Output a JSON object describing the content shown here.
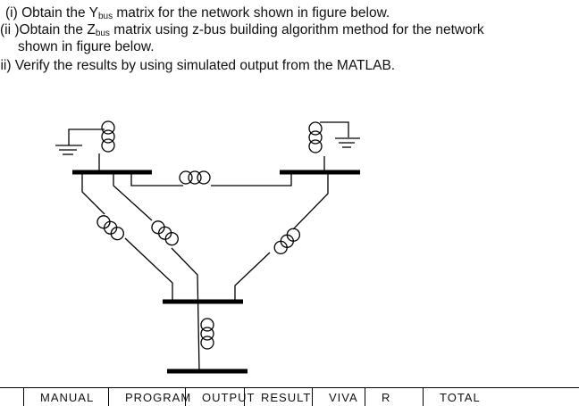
{
  "question": {
    "line1_pre": "(i)  Obtain the Y",
    "line1_sub": "bus",
    "line1_post": " matrix for the network shown in figure below.",
    "line2_pre": "(ii )Obtain the Z",
    "line2_sub": "bus",
    "line2_post": " matrix using z-bus building algorithm method for the network",
    "line3": "shown in figure below.",
    "line4": "iii) Verify the results by using simulated output from the MATLAB."
  },
  "table": {
    "headers": [
      "MANUAL",
      "PROGRAM",
      "OUTPUT",
      "RESULT",
      "VIVA",
      "R",
      "TOTAL"
    ]
  }
}
